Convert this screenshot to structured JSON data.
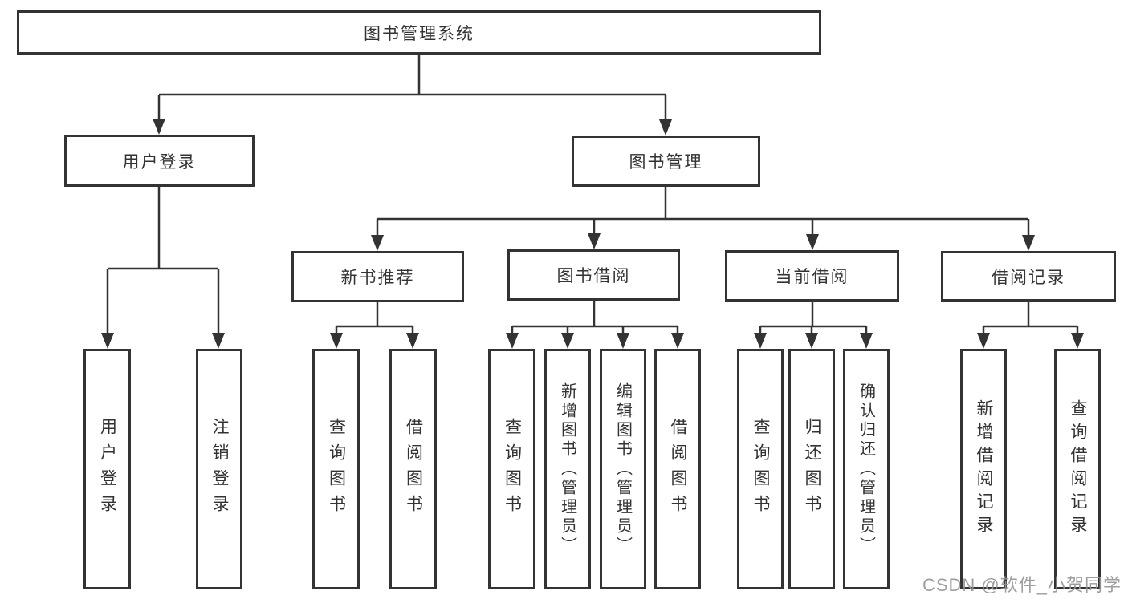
{
  "diagram": {
    "root": {
      "label": "图书管理系统"
    },
    "level1": [
      {
        "label": "用户登录"
      },
      {
        "label": "图书管理"
      }
    ],
    "level2": [
      {
        "label": "新书推荐",
        "parent": "图书管理"
      },
      {
        "label": "图书借阅",
        "parent": "图书管理"
      },
      {
        "label": "当前借阅",
        "parent": "图书管理"
      },
      {
        "label": "借阅记录",
        "parent": "图书管理"
      }
    ],
    "leaves": [
      {
        "label": "用户登录",
        "parent": "用户登录"
      },
      {
        "label": "注销登录",
        "parent": "用户登录"
      },
      {
        "label": "查询图书",
        "parent": "新书推荐"
      },
      {
        "label": "借阅图书",
        "parent": "新书推荐"
      },
      {
        "label": "查询图书",
        "parent": "图书借阅"
      },
      {
        "label": "新增图书（管理员）",
        "parent": "图书借阅"
      },
      {
        "label": "编辑图书（管理员）",
        "parent": "图书借阅"
      },
      {
        "label": "借阅图书",
        "parent": "图书借阅"
      },
      {
        "label": "查询图书",
        "parent": "当前借阅"
      },
      {
        "label": "归还图书",
        "parent": "当前借阅"
      },
      {
        "label": "确认归还（管理员）",
        "parent": "当前借阅"
      },
      {
        "label": "新增借阅记录",
        "parent": "借阅记录"
      },
      {
        "label": "查询借阅记录",
        "parent": "借阅记录"
      }
    ]
  },
  "watermark": {
    "text": "CSDN @软件_小贺同学"
  },
  "colors": {
    "line": "#333333",
    "box_border": "#333333",
    "text": "#333333",
    "watermark": "#969696",
    "background": "#ffffff"
  }
}
